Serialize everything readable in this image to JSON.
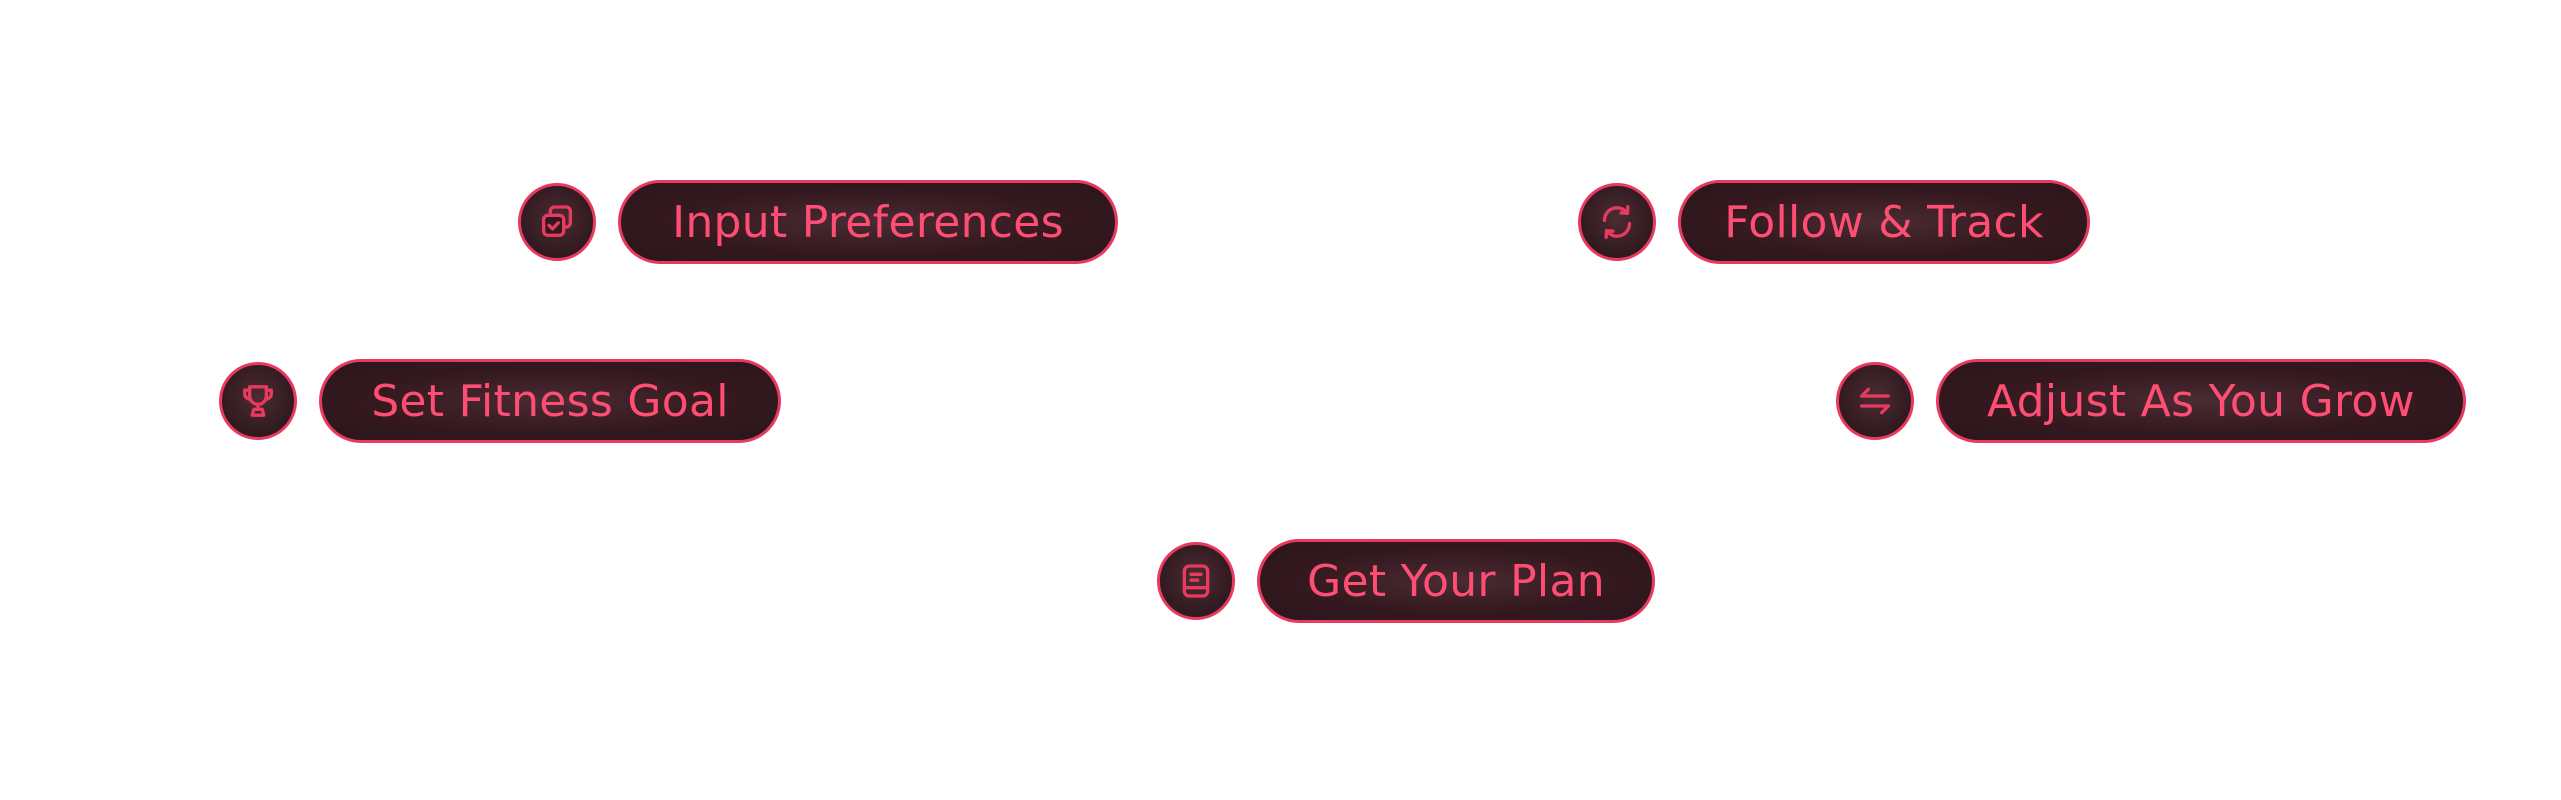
{
  "steps": {
    "input_preferences": {
      "label": "Input Preferences",
      "icon": "layers-check-icon"
    },
    "follow_track": {
      "label": "Follow & Track",
      "icon": "refresh-icon"
    },
    "set_fitness_goal": {
      "label": "Set Fitness Goal",
      "icon": "trophy-icon"
    },
    "adjust_as_you_grow": {
      "label": "Adjust As You Grow",
      "icon": "swap-arrows-icon"
    },
    "get_your_plan": {
      "label": "Get Your Plan",
      "icon": "document-icon"
    }
  },
  "colors": {
    "accent": "#e8395e",
    "text": "#ff4d73",
    "pill_dark": "#2f1a1f",
    "background": "#ffffff"
  }
}
